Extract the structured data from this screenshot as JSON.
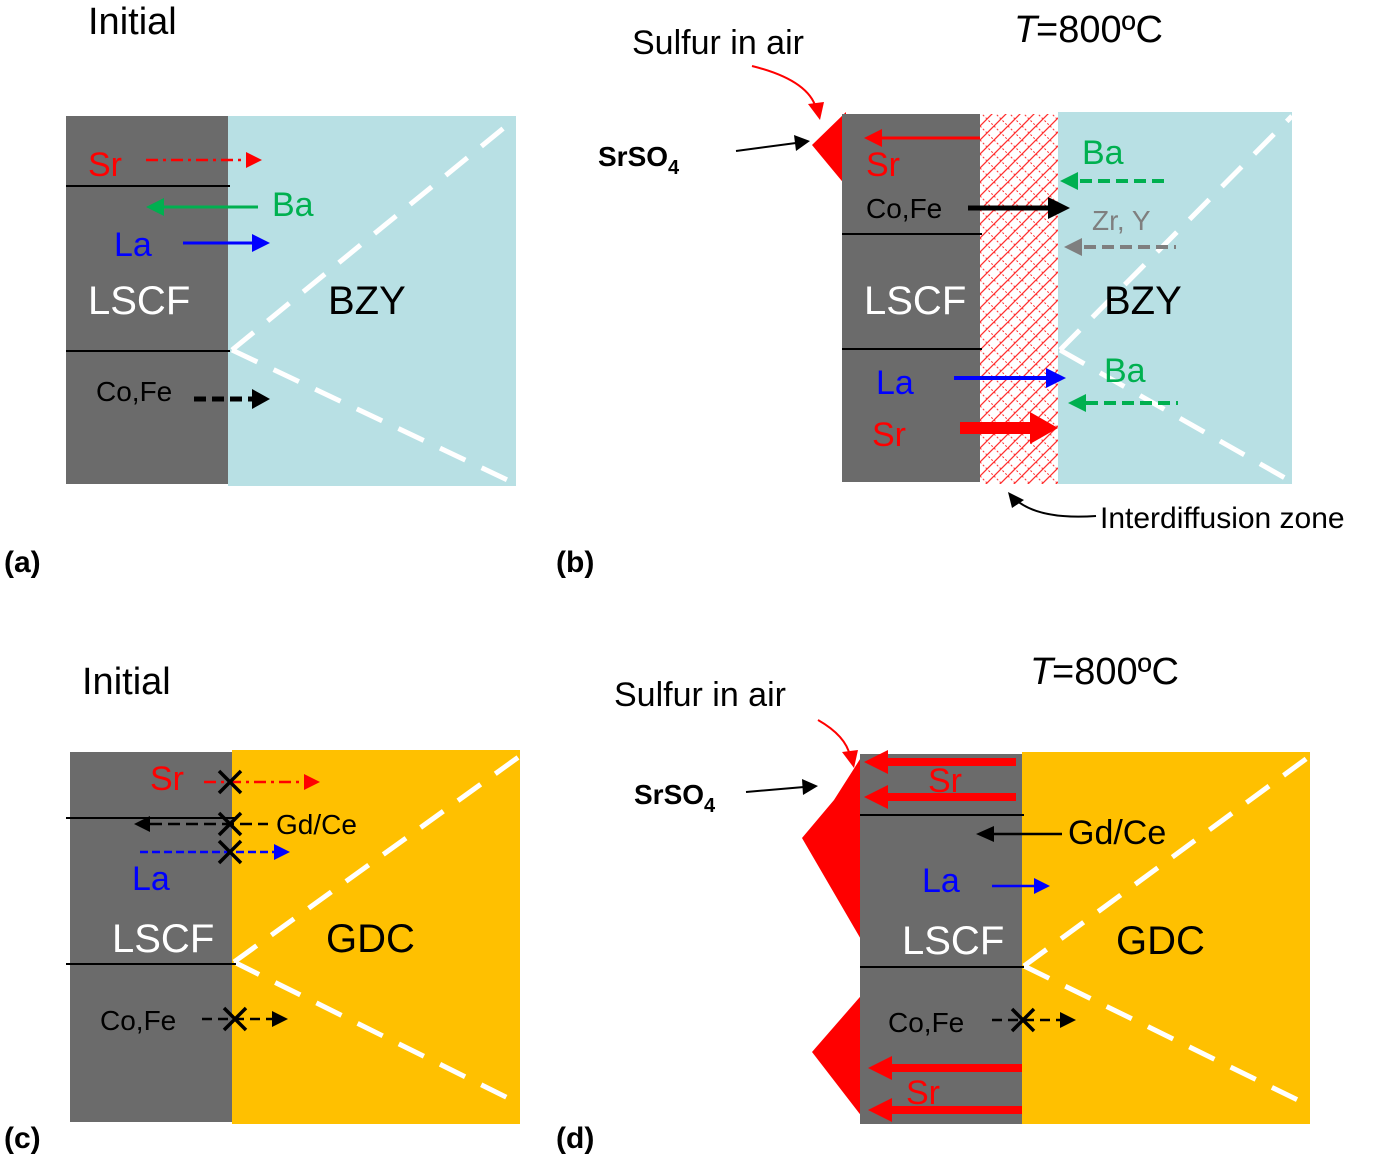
{
  "colors": {
    "lscf": "#6b6b6b",
    "bzy": "#b8e0e4",
    "gdc": "#ffc000",
    "red": "#ff0000",
    "green": "#00b050",
    "blue": "#0000ff",
    "black": "#000000",
    "gray": "#7f7f7f",
    "white": "#ffffff"
  },
  "panel_a": {
    "letter": "(a)",
    "heading": "Initial",
    "lscf": "LSCF",
    "electrolyte": "BZY",
    "sr": "Sr",
    "ba": "Ba",
    "la": "La",
    "cofe": "Co,Fe"
  },
  "panel_b": {
    "letter": "(b)",
    "temp_t": "T",
    "temp_value": "=800ºC",
    "sulfur": "Sulfur in air",
    "srso4_main": "SrSO",
    "srso4_sub": "4",
    "lscf": "LSCF",
    "electrolyte": "BZY",
    "sr_top": "Sr",
    "ba_top": "Ba",
    "cofe": "Co,Fe",
    "zry": "Zr, Y",
    "la": "La",
    "ba_bottom": "Ba",
    "sr_bottom": "Sr",
    "zone": "Interdiffusion zone"
  },
  "panel_c": {
    "letter": "(c)",
    "heading": "Initial",
    "lscf": "LSCF",
    "electrolyte": "GDC",
    "sr": "Sr",
    "gdce": "Gd/Ce",
    "la": "La",
    "cofe": "Co,Fe"
  },
  "panel_d": {
    "letter": "(d)",
    "temp_t": "T",
    "temp_value": "=800ºC",
    "sulfur": "Sulfur in air",
    "srso4_main": "SrSO",
    "srso4_sub": "4",
    "lscf": "LSCF",
    "electrolyte": "GDC",
    "sr_top": "Sr",
    "gdce": "Gd/Ce",
    "la": "La",
    "cofe": "Co,Fe",
    "sr_bottom": "Sr"
  }
}
